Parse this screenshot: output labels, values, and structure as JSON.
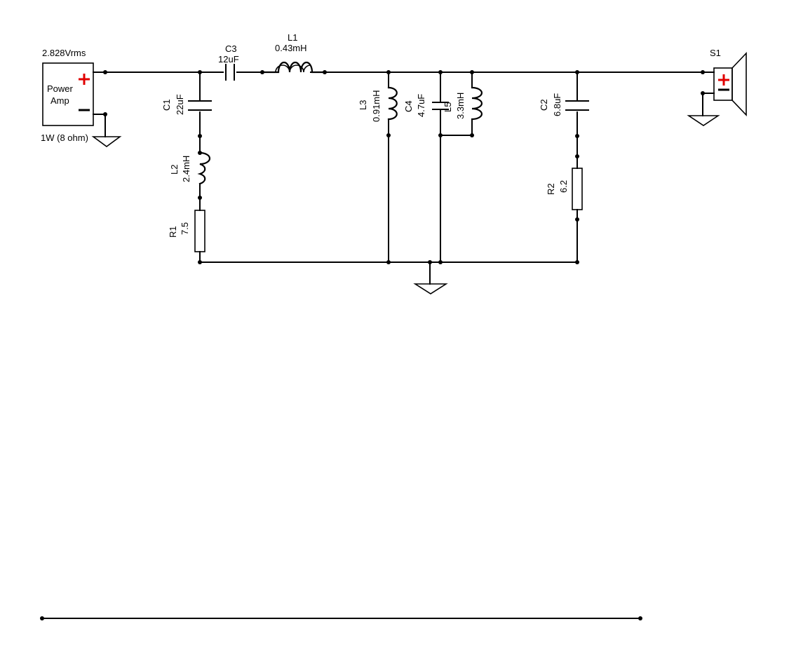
{
  "source": {
    "voltage": "2.828Vrms",
    "label_line1": "Power",
    "label_line2": "Amp",
    "power_rating": "1W (8 ohm)",
    "plus_sign": "+",
    "minus_sign": "−"
  },
  "components": {
    "C3": {
      "name": "C3",
      "value": "12uF"
    },
    "L1": {
      "name": "L1",
      "value": "0.43mH"
    },
    "C1": {
      "name": "C1",
      "value": "22uF"
    },
    "L2": {
      "name": "L2",
      "value": "2.4mH"
    },
    "R1": {
      "name": "R1",
      "value": "7.5"
    },
    "L3": {
      "name": "L3",
      "value": "0.91mH"
    },
    "C4": {
      "name": "C4",
      "value": "4.7uF"
    },
    "L5": {
      "name": "L5",
      "value": "3.3mH"
    },
    "C2": {
      "name": "C2",
      "value": "6.8uF"
    },
    "R2": {
      "name": "R2",
      "value": "6.2"
    }
  },
  "speaker": {
    "name": "S1"
  },
  "colors": {
    "wire": "#000000",
    "polarity_plus": "#e00000"
  }
}
